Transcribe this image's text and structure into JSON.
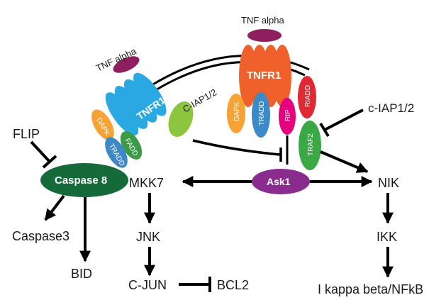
{
  "nodes": {
    "tnf_alpha_left": "TNF alpha",
    "tnf_alpha_right": "TNF alpha",
    "tnfr1_left": "TNFR1",
    "tnfr1_right": "TNFR1",
    "ciap_left": "C-IAP1/2",
    "ciap_right": "c-IAP1/2",
    "dapk_left": "DAPK",
    "fadd": "FADD",
    "tradd_left": "TRADD",
    "dapk_right": "DAPK",
    "tradd_right": "TRADD",
    "rip": "RIP",
    "riadd": "RIADD",
    "traf2": "TRAF2",
    "flip": "FLIP",
    "caspase8": "Caspase 8",
    "ask1": "Ask1",
    "mkk7": "MKK7",
    "nik": "NIK",
    "caspase3": "Caspase3",
    "bid": "BID",
    "jnk": "JNK",
    "cjun": "C-JUN",
    "bcl2": "BCL2",
    "ikk": "IKK",
    "ikappa": "I kappa beta/NFkB"
  },
  "colors": {
    "tnf_alpha": "#8e1f5f",
    "tnfr1_left": "#29a8e1",
    "tnfr1_right": "#f0602a",
    "ciap": "#8cc63f",
    "dapk": "#f6a235",
    "fadd": "#3a9a45",
    "tradd": "#3d88c6",
    "rip": "#e6007e",
    "riadd": "#e02a33",
    "traf2": "#3aa845",
    "caspase8": "#146b39",
    "ask1": "#8a2b8e"
  }
}
